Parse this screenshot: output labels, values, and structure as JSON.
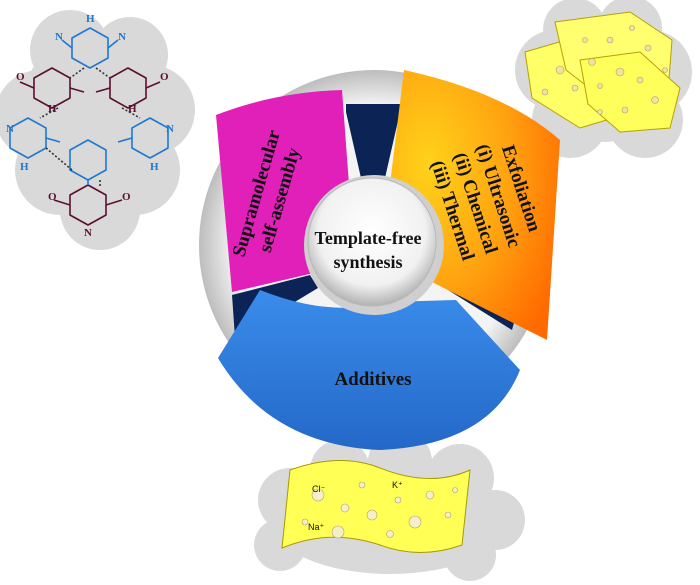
{
  "center": {
    "line1": "Template-free",
    "line2": "synthesis"
  },
  "segments": {
    "supramolecular": {
      "line1": "Supramolecular",
      "line2": "self-assembly"
    },
    "exfoliation": {
      "title": "Exfoliation",
      "item1": "(i) Ultrasonic",
      "item2": "(ii) Chemical",
      "item3": "(iii) Thermal"
    },
    "additives": {
      "label": "Additives"
    }
  },
  "ions": {
    "chloride": "Cl⁻",
    "potassium": "K⁺",
    "sodium": "Na⁺"
  },
  "chem_labels": {
    "hydrogen": "H",
    "nitrogen": "N",
    "oxygen": "O"
  },
  "colors": {
    "supramolecular": "#e020b8",
    "exfoliation_inner": "#ffd21a",
    "exfoliation_outer": "#ff6a00",
    "additives": "#2e7fe0",
    "gaps": "#0c2356",
    "ring": "#d9d9d9",
    "cloud": "#d9d9d9",
    "sheet": "#ffff66",
    "melamine": "#1e78d2",
    "cyanuric": "#5a0f30"
  }
}
